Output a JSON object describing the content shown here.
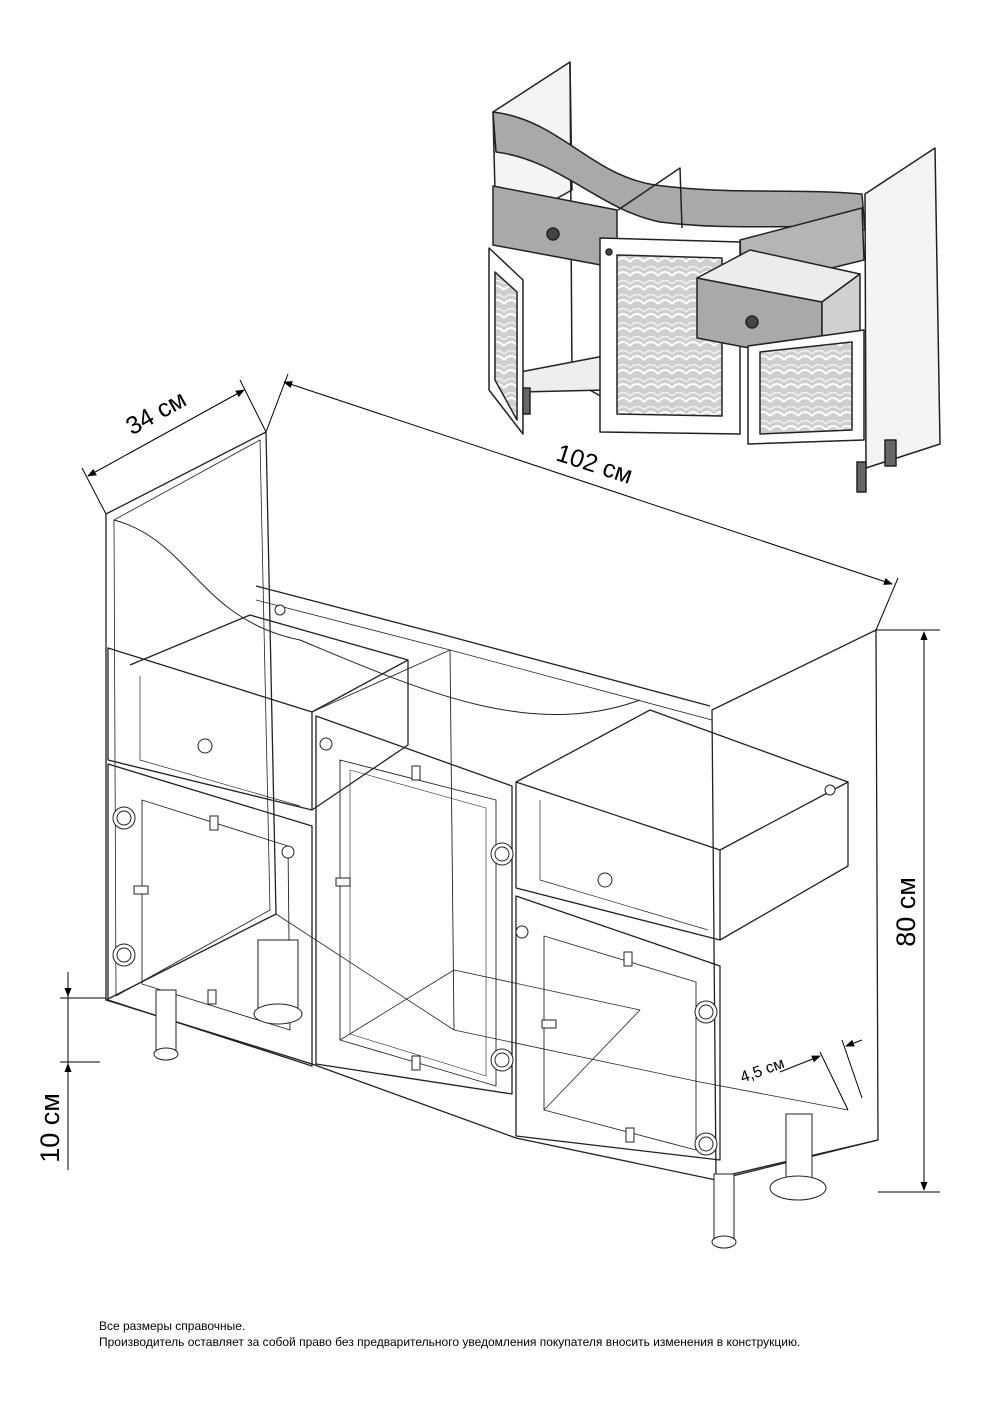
{
  "dimensions": {
    "depth": "34 см",
    "width": "102 см",
    "height": "80 см",
    "leg_height": "10 см",
    "offset": "4,5 см"
  },
  "notes": {
    "line1": "Все размеры справочные.",
    "line2": "Производитель оставляет за собой право без предварительного уведомления покупателя вносить изменения в конструкцию."
  },
  "colors": {
    "line": "#222222",
    "panel_fill": "#e6e6e6",
    "panel_dark": "#9a9a9a",
    "glass": "#d8d8d8"
  }
}
